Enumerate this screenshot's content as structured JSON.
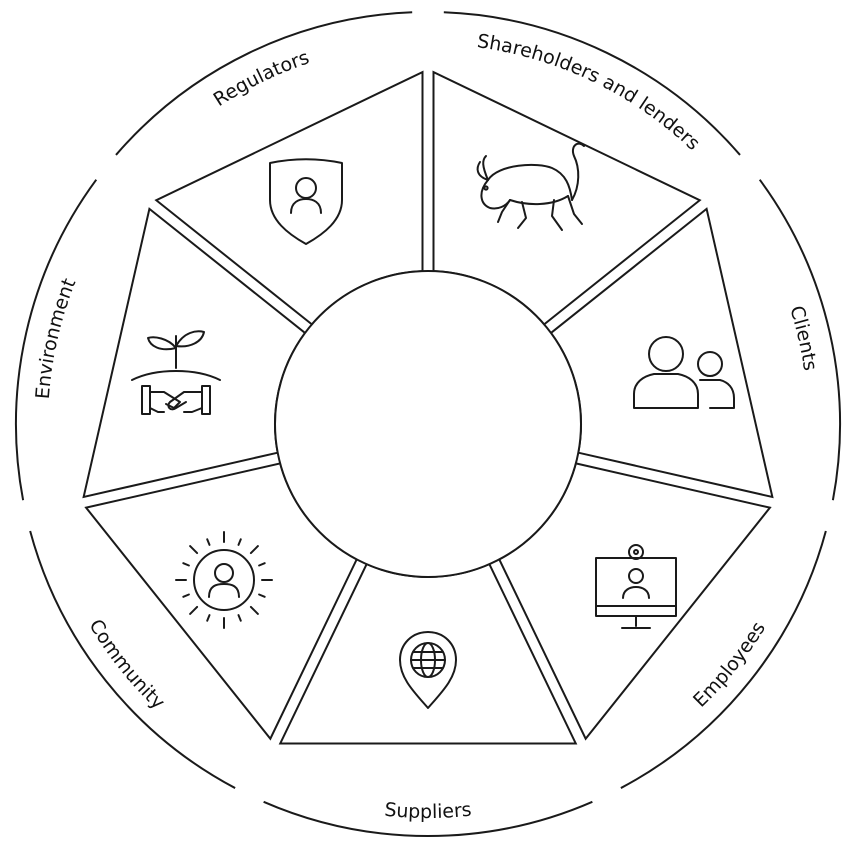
{
  "diagram": {
    "center_label": "",
    "stroke_color": "#1a1a1a",
    "background": "#ffffff",
    "segments": [
      {
        "key": "regulators",
        "label": "Regulators",
        "icon": "shield-person-icon"
      },
      {
        "key": "shareholders",
        "label": "Shareholders and lenders",
        "icon": "bull-icon"
      },
      {
        "key": "clients",
        "label": "Clients",
        "icon": "people-icon"
      },
      {
        "key": "employees",
        "label": "Employees",
        "icon": "monitor-person-icon"
      },
      {
        "key": "suppliers",
        "label": "Suppliers",
        "icon": "globe-pin-icon"
      },
      {
        "key": "community",
        "label": "Community",
        "icon": "person-radiant-icon"
      },
      {
        "key": "environment",
        "label": "Environment",
        "icon": "plant-handshake-icon"
      }
    ]
  }
}
